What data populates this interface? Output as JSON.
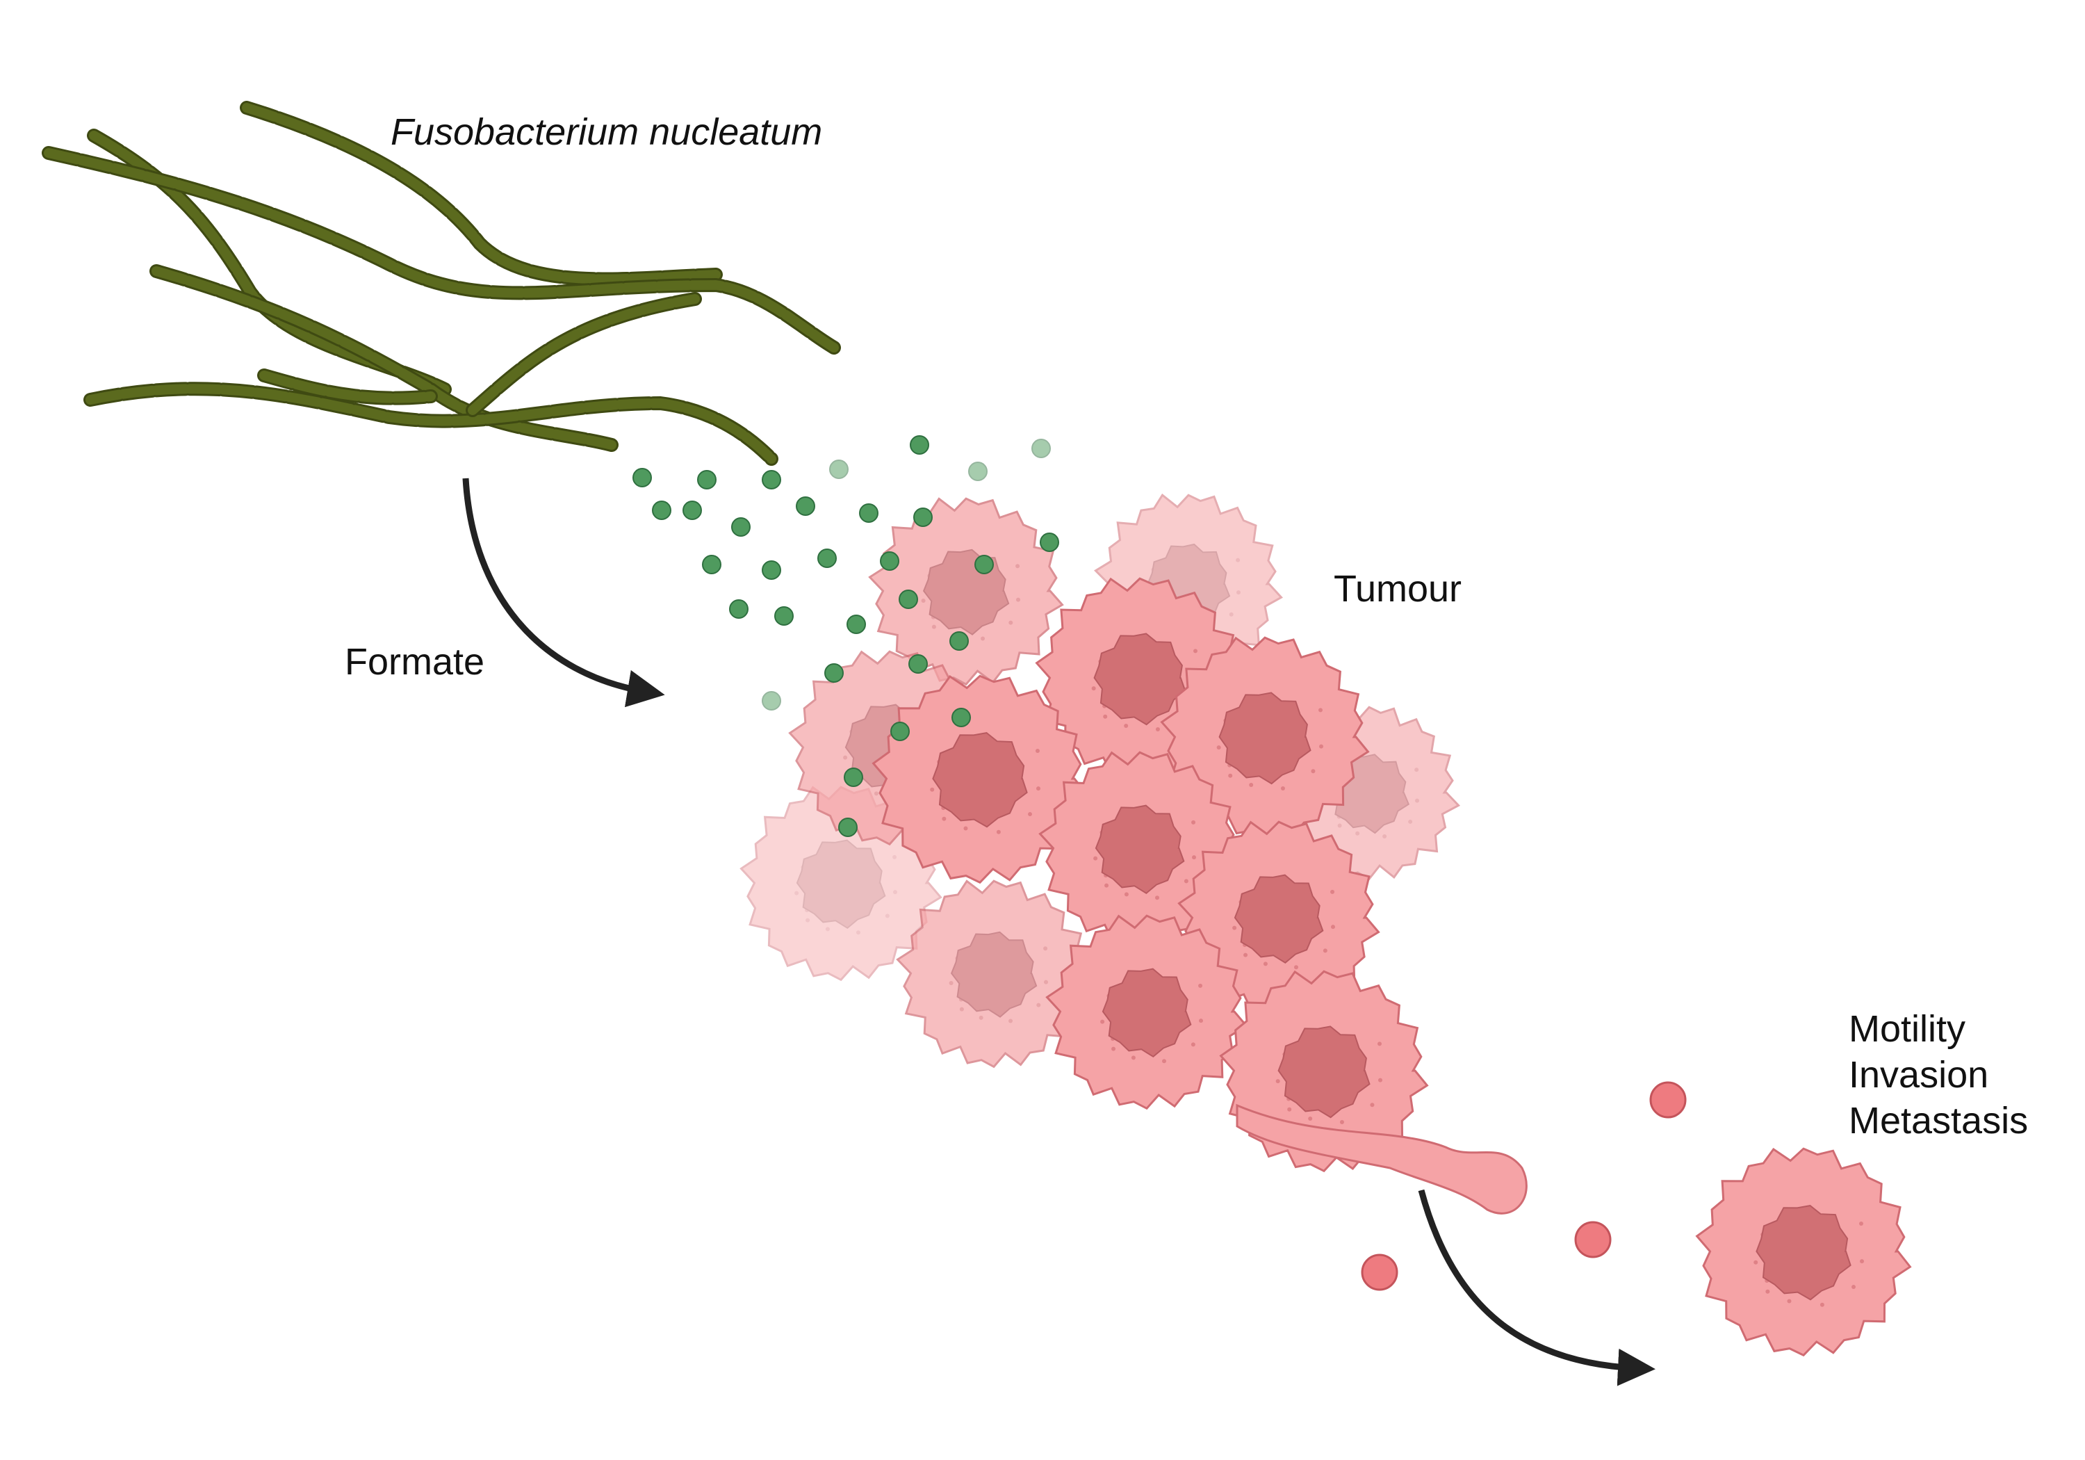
{
  "labels": {
    "bacterium": "Fusobacterium nucleatum",
    "formate": "Formate",
    "tumour": "Tumour",
    "outcomes": [
      "Motility",
      "Invasion",
      "Metastasis"
    ]
  },
  "colors": {
    "bacteria": "#5b6a1e",
    "formate_dot": "#4f9a5e",
    "cell_fill": "#f5a3a6",
    "cell_stroke": "#d06b72",
    "nucleus": "#d17074",
    "arrow": "#222222"
  }
}
